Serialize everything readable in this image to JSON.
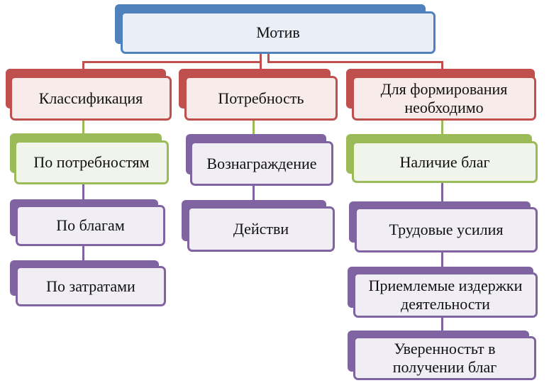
{
  "colors": {
    "blue": {
      "accent": "#4f81bd",
      "fill": "#e9eef7"
    },
    "red": {
      "accent": "#c0504d",
      "fill": "#f8eceb"
    },
    "green": {
      "accent": "#9bbb59",
      "fill": "#f0f4ea"
    },
    "purple": {
      "accent": "#8064a2",
      "fill": "#f0eef4"
    }
  },
  "root": {
    "label": "Мотив"
  },
  "columns": [
    {
      "header": "Классификация",
      "items": [
        "По потребностям",
        "По благам",
        "По затратами"
      ]
    },
    {
      "header": "Потребность",
      "items": [
        "Вознаграждение",
        "Действи"
      ]
    },
    {
      "header": "Для формирования необходимо",
      "items": [
        "Наличие благ",
        "Трудовые усилия",
        "Приемлемые издержки деятельности",
        "Уверенностьт в получении благ"
      ]
    }
  ]
}
